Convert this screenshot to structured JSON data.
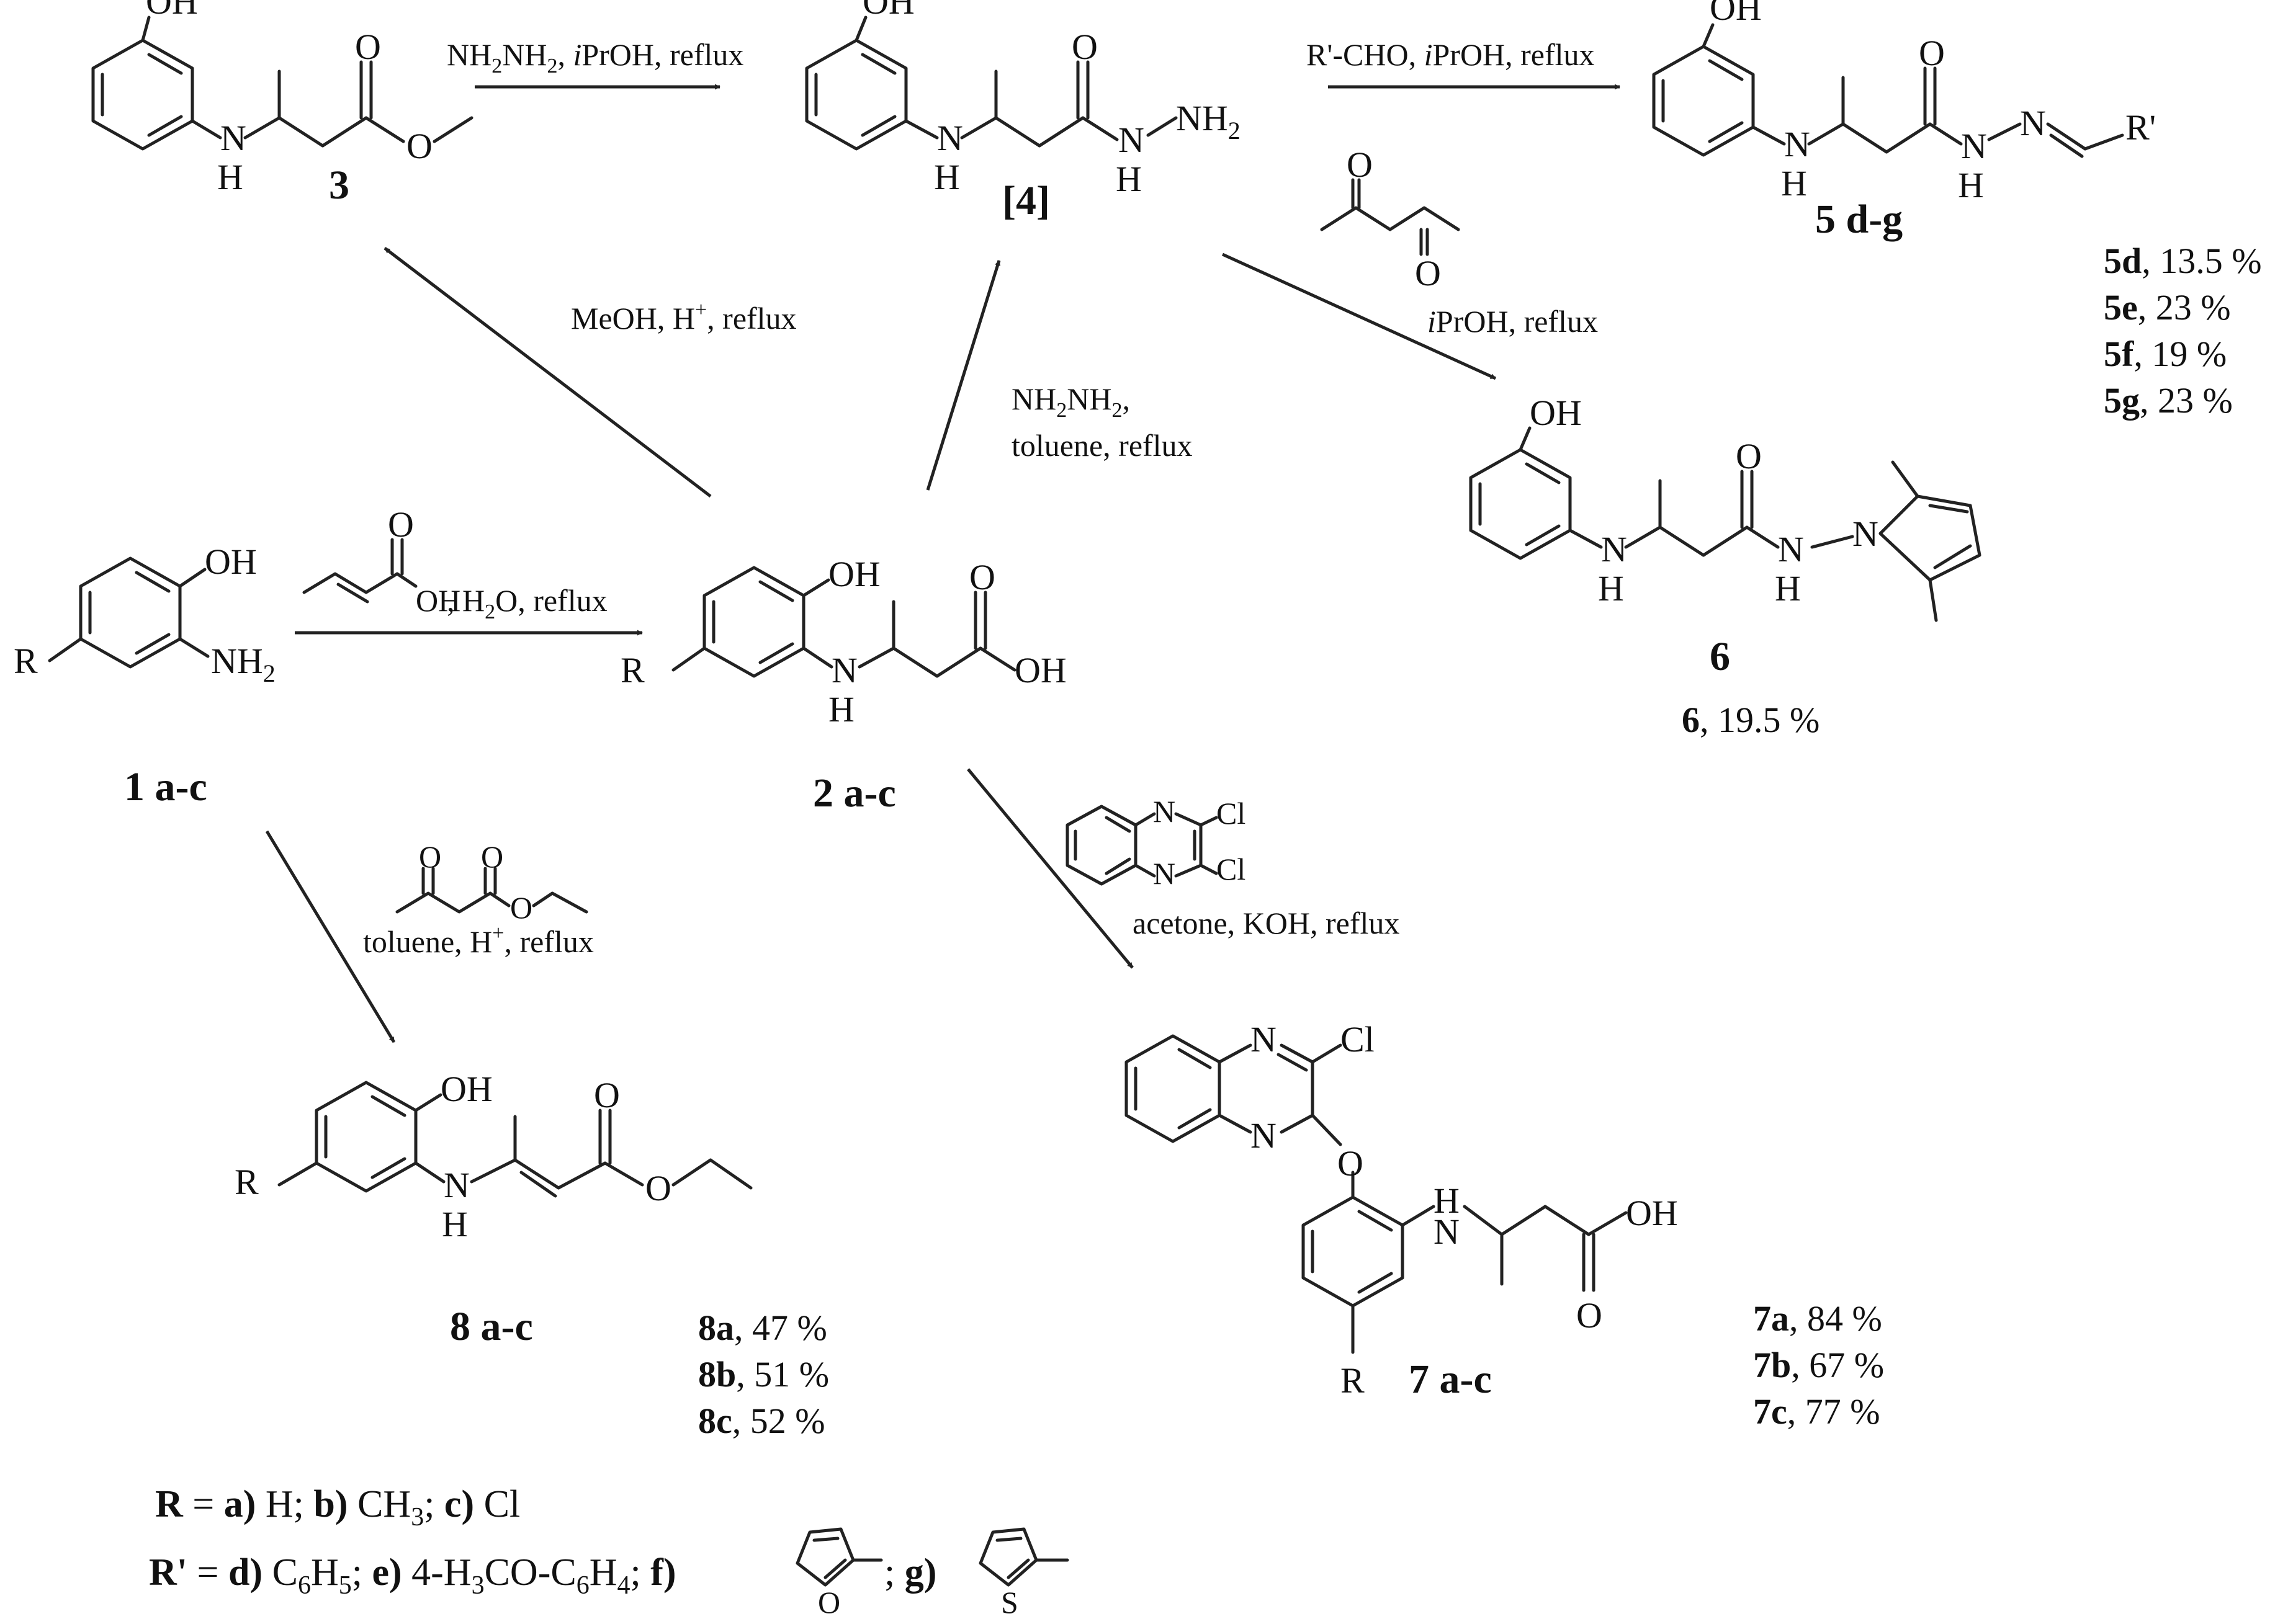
{
  "atoms": {
    "OH": "OH",
    "O": "O",
    "N": "N",
    "H": "H",
    "NH2": "NH",
    "NH2_sub": "2",
    "R": "R",
    "Rp": "R'",
    "Cl": "Cl",
    "S": "S",
    "OH_small": "OH"
  },
  "reagents": {
    "r1_prefix": "NH",
    "r1_sub1": "2",
    "r1_mid": "NH",
    "r1_sub2": "2",
    "r1_rest": ", ",
    "r1_ital": "i",
    "r1_end": "PrOH, reflux",
    "r2_prefix": "R'-CHO, ",
    "r2_ital": "i",
    "r2_end": "PrOH, reflux",
    "r3_ital": "i",
    "r3_end": "PrOH, reflux",
    "r4_text": "MeOH, H",
    "r4_sup": "+",
    "r4_end": ", reflux",
    "r5_line1a": "NH",
    "r5_sub1": "2",
    "r5_line1b": "NH",
    "r5_sub2": "2",
    "r5_line1c": ",",
    "r5_line2": "toluene, reflux",
    "r6_text": ", H",
    "r6_sub": "2",
    "r6_end": "O, reflux",
    "r7_text": "acetone, KOH, reflux",
    "r8_text": "toluene, H",
    "r8_sup": "+",
    "r8_end": ", reflux"
  },
  "compounds": {
    "c3": "3",
    "c4": "[4]",
    "c5": "5 d-g",
    "c6": "6",
    "c1": "1 a-c",
    "c2": "2 a-c",
    "c7": "7 a-c",
    "c8": "8 a-c"
  },
  "yields": {
    "y5": [
      {
        "label": "5d",
        "value": ", 13.5 %"
      },
      {
        "label": "5e",
        "value": ", 23 %"
      },
      {
        "label": "5f",
        "value": ", 19 %"
      },
      {
        "label": "5g",
        "value": ", 23 %"
      }
    ],
    "y6": {
      "label": "6",
      "value": ", 19.5 %"
    },
    "y7": [
      {
        "label": "7a",
        "value": ", 84 %"
      },
      {
        "label": "7b",
        "value": ", 67 %"
      },
      {
        "label": "7c",
        "value": ", 77 %"
      }
    ],
    "y8": [
      {
        "label": "8a",
        "value": ", 47 %"
      },
      {
        "label": "8b",
        "value": ", 51 %"
      },
      {
        "label": "8c",
        "value": ", 52 %"
      }
    ]
  },
  "footer": {
    "r_label": "R",
    "r_eq": " = ",
    "r_a": "a)",
    "r_a_val": " H; ",
    "r_b": "b)",
    "r_b_val": " CH",
    "r_b_sub": "3",
    "r_b_end": "; ",
    "r_c": "c)",
    "r_c_val": " Cl",
    "rp_label": "R'",
    "rp_eq": " = ",
    "rp_d": "d)",
    "rp_d_val": " C",
    "rp_d_sub1": "6",
    "rp_d_mid": "H",
    "rp_d_sub2": "5",
    "rp_d_end": "; ",
    "rp_e": "e)",
    "rp_e_val": " 4-H",
    "rp_e_sub1": "3",
    "rp_e_mid": "CO-C",
    "rp_e_sub2": "6",
    "rp_e_mid2": "H",
    "rp_e_sub3": "4",
    "rp_e_end": "; ",
    "rp_f": "f)",
    "rp_sep": " ; ",
    "rp_g": "g)"
  }
}
